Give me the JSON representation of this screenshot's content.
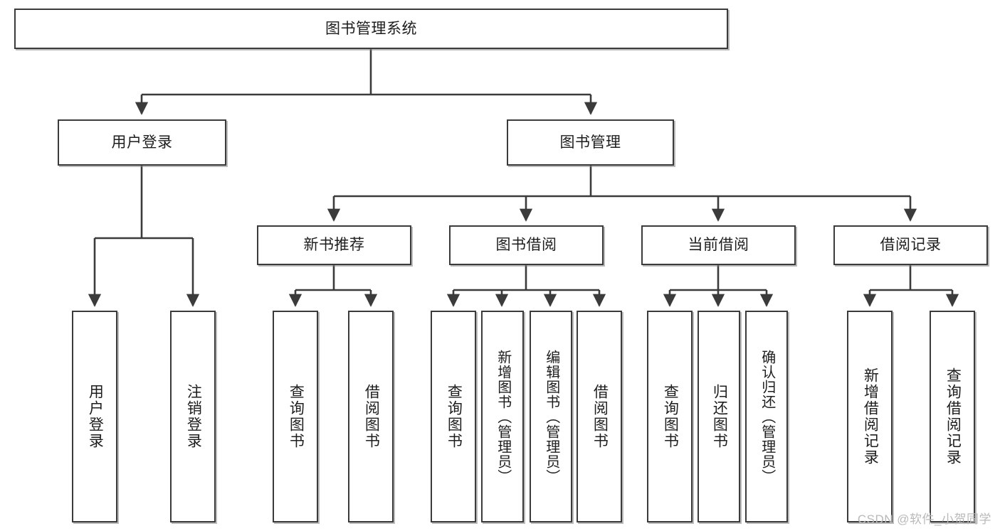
{
  "diagram": {
    "type": "tree",
    "title": "图书管理系统",
    "watermark": "CSDN @软件_小贺同学",
    "colors": {
      "stroke": "#3b3b3b",
      "fill": "#ffffff",
      "text": "#1d1d1d",
      "watermark": "#b9b9b9"
    },
    "nodes": {
      "root": {
        "label": "图书管理系统"
      },
      "level2": [
        {
          "id": "user_login",
          "label": "用户登录"
        },
        {
          "id": "book_mgmt",
          "label": "图书管理"
        }
      ],
      "level3": [
        {
          "id": "new_book_rec",
          "label": "新书推荐"
        },
        {
          "id": "book_borrow",
          "label": "图书借阅"
        },
        {
          "id": "current_borrow",
          "label": "当前借阅"
        },
        {
          "id": "borrow_record",
          "label": "借阅记录"
        }
      ],
      "leaves": {
        "user_login": [
          {
            "id": "leaf_user_login",
            "label": "用户登录"
          },
          {
            "id": "leaf_logout",
            "label": "注销登录"
          }
        ],
        "new_book_rec": [
          {
            "id": "leaf_query_book_1",
            "label": "查询图书"
          },
          {
            "id": "leaf_borrow_book_1",
            "label": "借阅图书"
          }
        ],
        "book_borrow": [
          {
            "id": "leaf_query_book_2",
            "label": "查询图书"
          },
          {
            "id": "leaf_add_book",
            "label": "新增图书（管理员）"
          },
          {
            "id": "leaf_edit_book",
            "label": "编辑图书（管理员）"
          },
          {
            "id": "leaf_borrow_book_2",
            "label": "借阅图书"
          }
        ],
        "current_borrow": [
          {
            "id": "leaf_query_book_3",
            "label": "查询图书"
          },
          {
            "id": "leaf_return_book",
            "label": "归还图书"
          },
          {
            "id": "leaf_confirm_return",
            "label": "确认归还（管理员）"
          }
        ],
        "borrow_record": [
          {
            "id": "leaf_add_record",
            "label": "新增借阅记录"
          },
          {
            "id": "leaf_query_record",
            "label": "查询借阅记录"
          }
        ]
      }
    }
  }
}
